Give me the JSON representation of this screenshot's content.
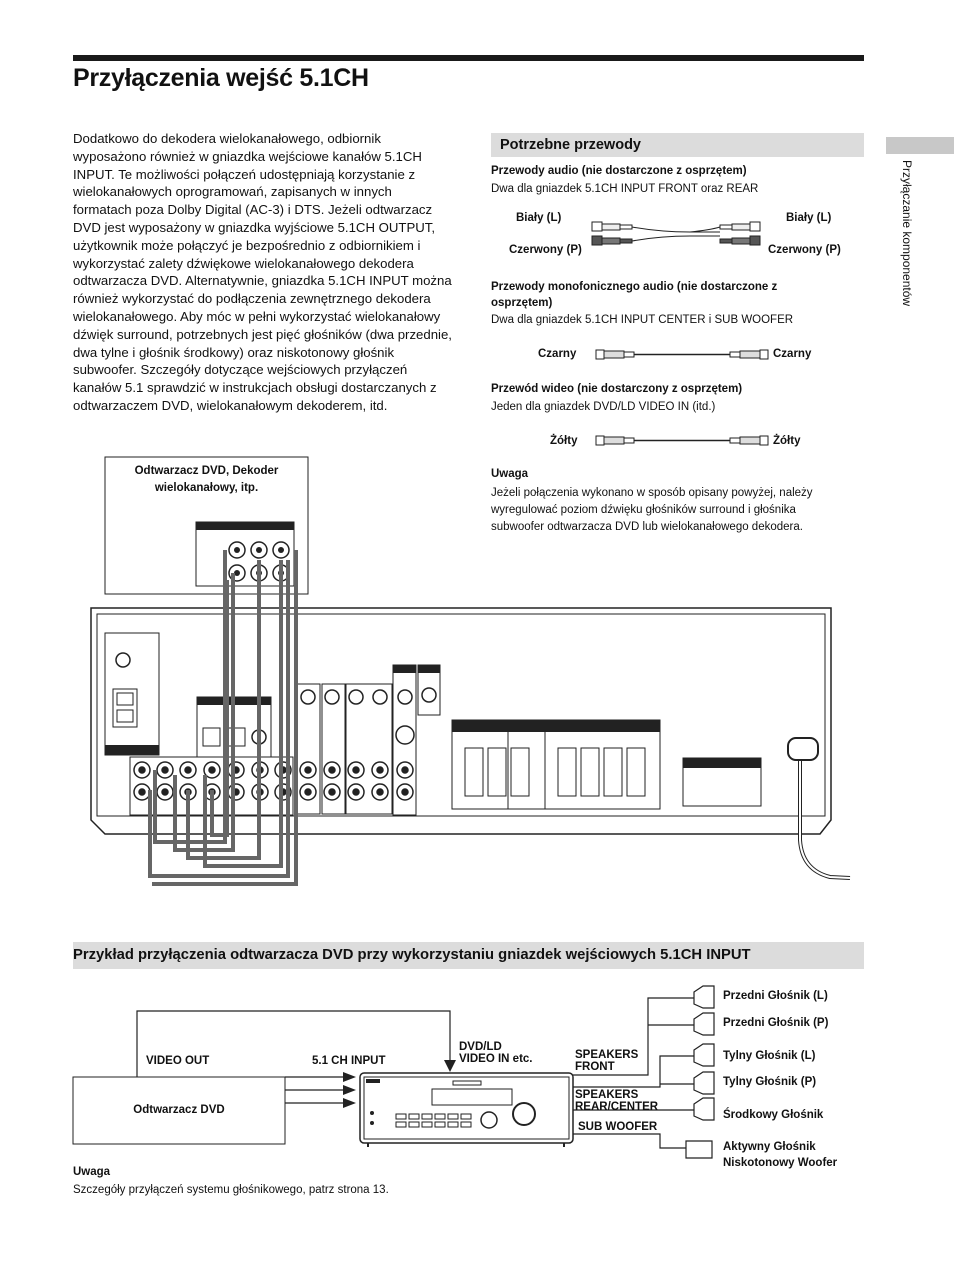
{
  "header": {
    "title": "Przyłączenia wejść 5.1CH"
  },
  "side_tab": {
    "label": "Przyłączanie komponentów"
  },
  "intro": {
    "text": "Dodatkowo do dekodera wielokanałowego, odbiornik wyposażono również w gniazdka wejściowe kanałów 5.1CH INPUT. Te możliwości połączeń udostępniają korzystanie z wielokanałowych oprogramowań, zapisanych w innych formatach poza Dolby Digital (AC-3) i DTS. Jeżeli odtwarzacz DVD jest wyposażony w gniazdka wyjściowe 5.1CH OUTPUT, użytkownik może połączyć je bezpośrednio z odbiornikiem i wykorzystać zalety dźwiękowe wielokanałowego dekodera odtwarzacza DVD. Alternatywnie, gniazdka 5.1CH INPUT można również wykorzystać do podłączenia zewnętrznego dekodera wielokanałowego. Aby móc w pełni wykorzystać wielokanałowy dźwięk surround, potrzebnych jest pięć głośników (dwa przednie, dwa tylne i głośnik środkowy) oraz niskotonowy głośnik subwoofer. Szczegóły dotyczące wejściowych przyłączeń kanałów 5.1 sprawdzić w instrukcjach obsługi dostarczanych z odtwarzaczem DVD, wielokanałowym dekoderem, itd."
  },
  "cables": {
    "section_title": "Potrzebne przewody",
    "audio": {
      "title": "Przewody audio (nie dostarczone z osprzętem)",
      "desc": "Dwa dla gniazdek 5.1CH INPUT FRONT oraz REAR",
      "left_top": "Biały (L)",
      "left_bottom": "Czerwony (P)",
      "right_top": "Biały (L)",
      "right_bottom": "Czerwony (P)"
    },
    "mono": {
      "title_line1": "Przewody monofonicznego audio (nie dostarczone z",
      "title_line2": "osprzętem)",
      "desc": "Dwa dla gniazdek 5.1CH INPUT CENTER i SUB WOOFER",
      "left": "Czarny",
      "right": "Czarny"
    },
    "video": {
      "title": "Przewód wideo (nie dostarczony z osprzętem)",
      "desc": "Jeden dla gniazdek DVD/LD VIDEO IN (itd.)",
      "left": "Żółty",
      "right": "Żółty"
    },
    "note": {
      "title": "Uwaga",
      "line1": "Jeżeli połączenia wykonano w sposób opisany powyżej, należy",
      "line2": "wyregulować poziom dźwięku głośników surround i głośnika",
      "line3": "subwoofer odtwarzacza DVD lub wielokanałowego dekodera."
    }
  },
  "diagram": {
    "source_label_line1": "Odtwarzacz DVD, Dekoder",
    "source_label_line2": "wielokanałowy, itp."
  },
  "example": {
    "title": "Przykład przyłączenia odtwarzacza DVD przy wykorzystaniu gniazdek wejściowych 5.1CH INPUT",
    "video_out": "VIDEO OUT",
    "ch_input": "5.1 CH INPUT",
    "dvd_ld_line1": "DVD/LD",
    "dvd_ld_line2": "VIDEO IN etc.",
    "dvd_player": "Odtwarzacz DVD",
    "speakers_front_line1": "SPEAKERS",
    "speakers_front_line2": "FRONT",
    "speakers_rear_line1": "SPEAKERS",
    "speakers_rear_line2": "REAR/CENTER",
    "sub_woofer": "SUB WOOFER",
    "speakers": [
      "Przedni Głośnik (L)",
      "Przedni Głośnik (P)",
      "Tylny Głośnik (L)",
      "Tylny Głośnik (P)",
      "Środkowy Głośnik",
      "Aktywny Głośnik",
      "Niskotonowy Woofer"
    ],
    "note_title": "Uwaga",
    "note_text": "Szczegóły przyłączeń systemu głośnikowego, patrz strona 13."
  },
  "colors": {
    "rule": "#1a1a1a",
    "grey_bar": "#dcdcdc",
    "cable": "#666666"
  }
}
